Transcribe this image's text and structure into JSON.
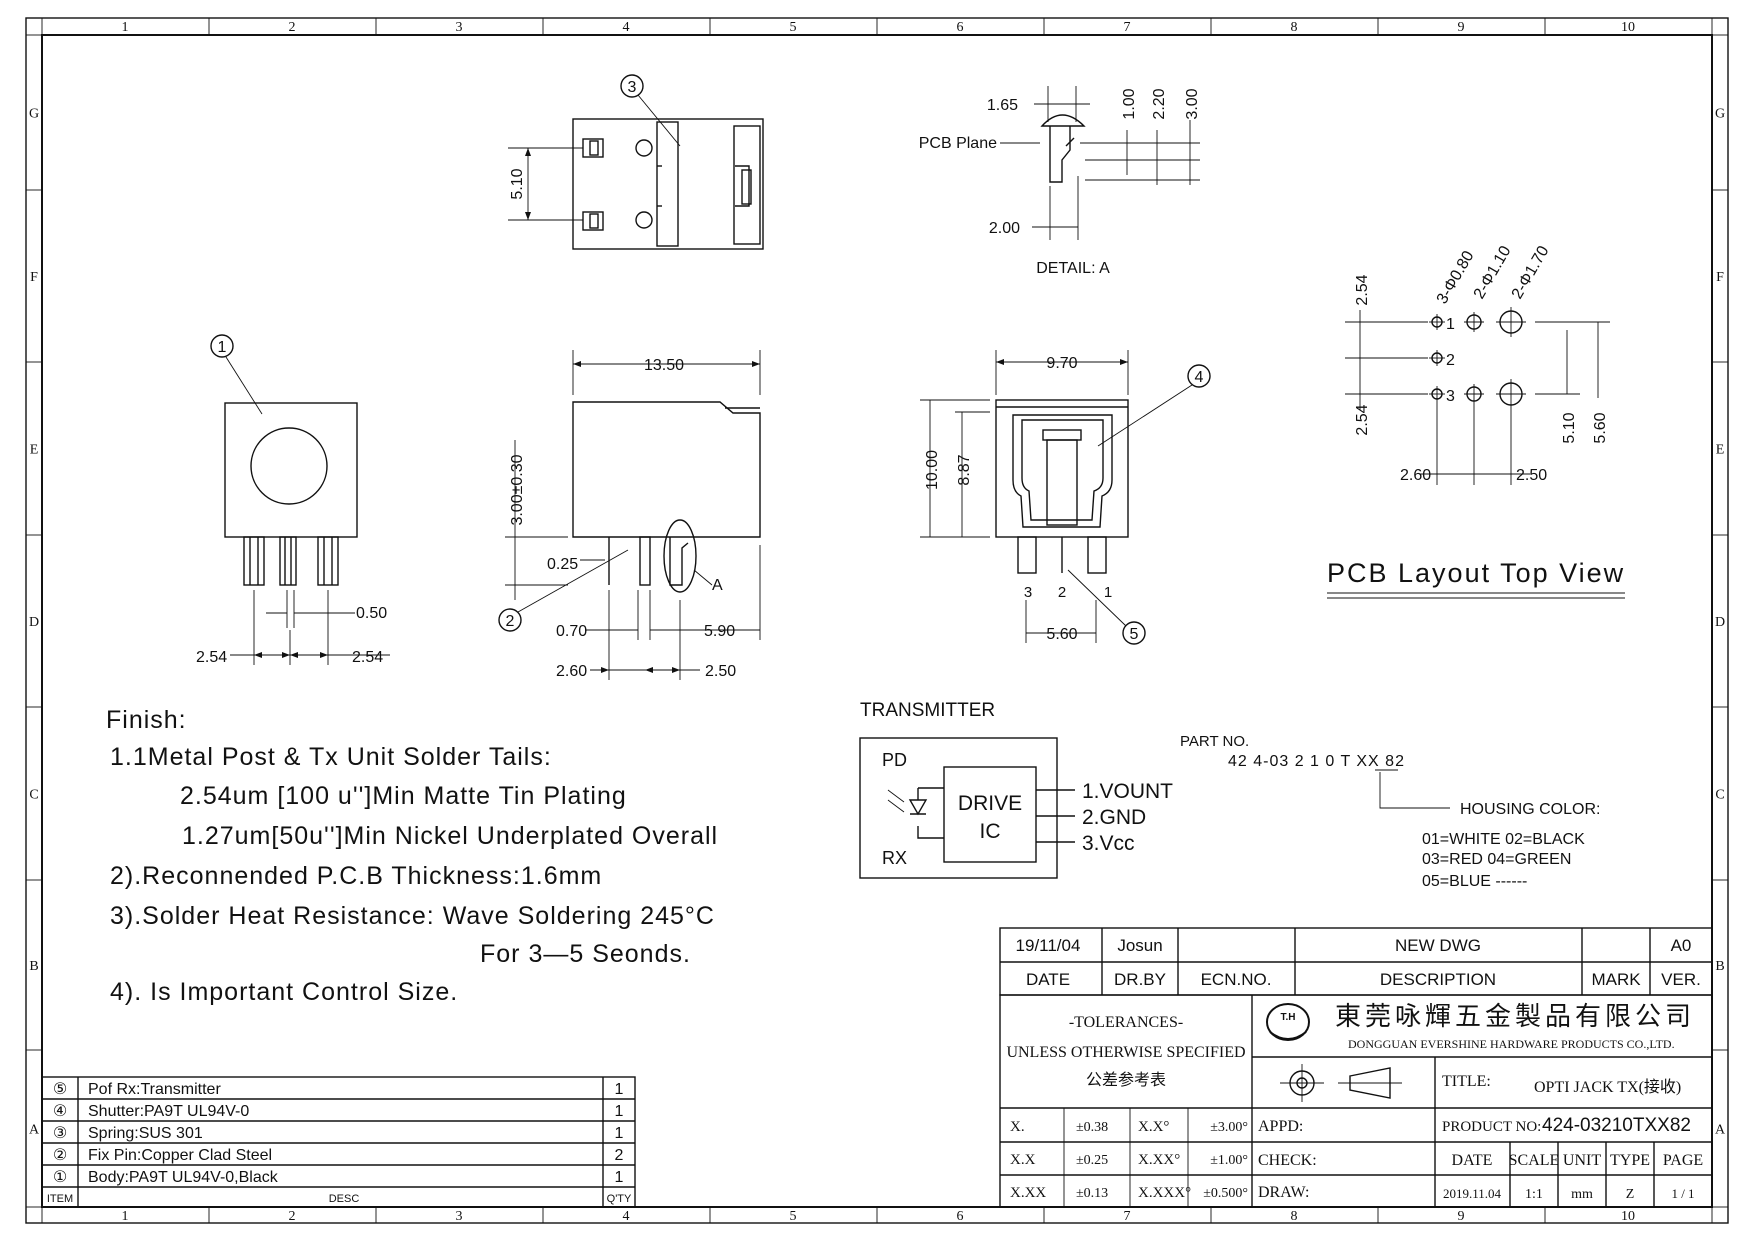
{
  "border": {
    "columns": [
      "1",
      "2",
      "3",
      "4",
      "5",
      "6",
      "7",
      "8",
      "9",
      "10"
    ],
    "rows": [
      "G",
      "F",
      "E",
      "D",
      "C",
      "B",
      "A"
    ]
  },
  "views": {
    "top": {
      "balloon": "3",
      "dim_v": "5.10"
    },
    "front": {
      "balloon": "1",
      "dim_pin": "0.50",
      "dim_left": "2.54",
      "dim_right": "2.54"
    },
    "side": {
      "dim_width": "13.50",
      "dim_height": "3.00±0.30",
      "dim_pin_w": "0.25",
      "balloon": "2",
      "detail_tag": "A",
      "dim_a": "0.70",
      "dim_b": "5.90",
      "dim_c": "2.60",
      "dim_d": "2.50"
    },
    "detail": {
      "d1": "1.65",
      "d2": "1.00",
      "d3": "2.20",
      "d4": "3.00",
      "d5": "2.00",
      "plane_label": "PCB Plane",
      "caption": "DETAIL: A"
    },
    "rear": {
      "dim_width": "9.70",
      "dim_h_outer": "10.00",
      "dim_h_inner": "8.87",
      "balloon_shutter": "4",
      "balloon_pin": "5",
      "pin_labels": [
        "3",
        "2",
        "1"
      ],
      "dim_pitch": "5.60"
    },
    "pcb": {
      "holes": [
        "3-Φ0.80",
        "2-Φ1.10",
        "2-Φ1.70"
      ],
      "dim_top": "2.54",
      "dim_bottom": "2.54",
      "dim_x1": "2.60",
      "dim_x2": "2.50",
      "dim_v1": "5.10",
      "dim_v2": "5.60",
      "pins": [
        "1",
        "2",
        "3"
      ],
      "title": "PCB Layout Top View"
    }
  },
  "transmitter": {
    "title": "TRANSMITTER",
    "pd": "PD",
    "rx": "RX",
    "chip_line1": "DRIVE",
    "chip_line2": "IC",
    "pins": [
      "1.VOUNT",
      "2.GND",
      "3.Vcc"
    ]
  },
  "part_number": {
    "label": "PART NO.",
    "code": "42 4-03 2 1 0 T XX 82",
    "housing_label": "HOUSING  COLOR:",
    "colors": [
      "01=WHITE  02=BLACK",
      "03=RED    04=GREEN",
      "05=BLUE  ------"
    ]
  },
  "notes": [
    "Finish:",
    "1.1Metal Post & Tx Unit Solder Tails:",
    "2.54um [100 u'']Min Matte Tin Plating",
    "1.27um[50u'']Min Nickel Underplated Overall",
    "2).Reconnended P.C.B Thickness:1.6mm",
    "3).Solder Heat Resistance: Wave Soldering 245°C",
    "For 3—5 Seonds.",
    "4).    Is Important Control Size."
  ],
  "bom": {
    "rows": [
      {
        "item": "⑤",
        "desc": "Pof Rx:Transmitter",
        "qty": "1"
      },
      {
        "item": "④",
        "desc": "Shutter:PA9T UL94V-0",
        "qty": "1"
      },
      {
        "item": "③",
        "desc": "Spring:SUS 301",
        "qty": "1"
      },
      {
        "item": "②",
        "desc": "Fix Pin:Copper Clad Steel",
        "qty": "2"
      },
      {
        "item": "①",
        "desc": "Body:PA9T UL94V-0,Black",
        "qty": "1"
      }
    ],
    "header": {
      "item": "ITEM",
      "desc": "DESC",
      "qty": "Q'TY"
    }
  },
  "revision": {
    "date": "19/11/04",
    "drawn_by": "Josun",
    "ecn": "",
    "description": "NEW DWG",
    "mark": "",
    "ver": "A0",
    "headers": {
      "date": "DATE",
      "drawn_by": "DR.BY",
      "ecn": "ECN.NO.",
      "description": "DESCRIPTION",
      "mark": "MARK",
      "ver": "VER."
    }
  },
  "title_block": {
    "tol_title": "-TOLERANCES-",
    "tol_sub": "UNLESS OTHERWISE SPECIFIED",
    "tol_cn": "公差参考表",
    "company_cn": "東莞咏輝五金製品有限公司",
    "company_en": "DONGGUAN EVERSHINE HARDWARE PRODUCTS CO.,LTD.",
    "logo": "T.H",
    "title_label": "TITLE:",
    "title": "OPTI JACK TX(接收)",
    "product_label": "PRODUCT NO:",
    "product_no": "424-03210TXX82",
    "tolerances": [
      {
        "a": "X.",
        "b": "±0.38",
        "c": "X.X°",
        "d": "±3.00°"
      },
      {
        "a": "X.X",
        "b": "±0.25",
        "c": "X.XX°",
        "d": "±1.00°"
      },
      {
        "a": "X.XX",
        "b": "±0.13",
        "c": "X.XXX°",
        "d": "±0.500°"
      }
    ],
    "appd": "APPD:",
    "check": "CHECK:",
    "draw": "DRAW:",
    "h_date": "DATE",
    "h_scale": "SCALE",
    "h_unit": "UNIT",
    "h_type": "TYPE",
    "h_page": "PAGE",
    "date": "2019.11.04",
    "scale": "1:1",
    "unit": "mm",
    "type": "Z",
    "page": "1 / 1"
  }
}
